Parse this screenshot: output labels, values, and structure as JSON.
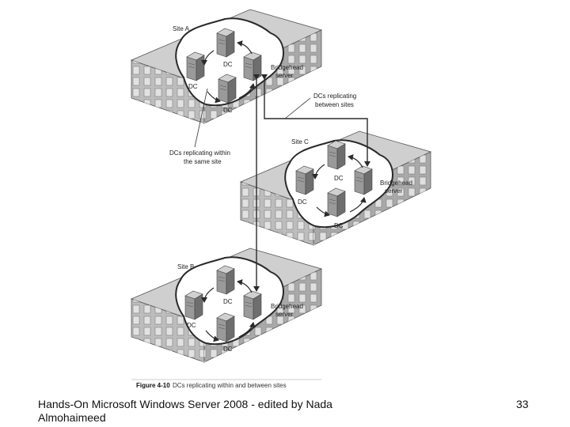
{
  "sites": [
    {
      "id": "a",
      "name": "Site A",
      "dc_labels": [
        "DC",
        "DC",
        "DC"
      ],
      "bridgehead": [
        "Bridgehead",
        "server"
      ]
    },
    {
      "id": "c",
      "name": "Site C",
      "dc_labels": [
        "DC",
        "DC",
        "DC"
      ],
      "bridgehead": [
        "Bridgehead",
        "server"
      ]
    },
    {
      "id": "b",
      "name": "Site B",
      "dc_labels": [
        "DC",
        "DC",
        "DC"
      ],
      "bridgehead": [
        "Bridgehead",
        "server"
      ]
    }
  ],
  "callouts": {
    "between": [
      "DCs replicating",
      "between sites"
    ],
    "within": [
      "DCs replicating within",
      "the same site"
    ]
  },
  "caption": {
    "label": "Figure 4-10",
    "text": "DCs replicating within and between sites"
  },
  "footer": {
    "text": "Hands-On Microsoft Windows Server 2008 - edited  by Nada Almohaimeed",
    "page": "33"
  },
  "colors": {
    "roof": "#c9c9c9",
    "wall": "#b4b4b4",
    "cloud": "#ffffff",
    "server": "#8c8c8c",
    "line": "#2a2a2a"
  }
}
